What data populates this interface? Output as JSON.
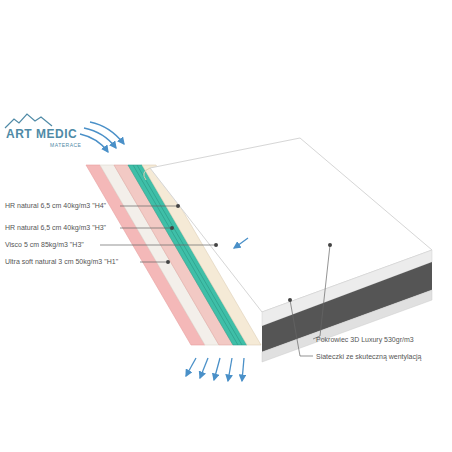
{
  "diagram": {
    "labels": [
      "ART MEDIC",
      "MATERACE",
      "HR natural 6,5 cm 40kg/m3 \"H4\"",
      "HR natural 6,5 cm 40kg/m3 \"H3\"",
      "Visco 5 cm 85kg/m3 \"H3\"",
      "Ultra soft natural 3 cm 50kg/m3 \"H1\"",
      "Pokrowiec 3D Luxury 530gr/m3",
      "Siateczki ze skuteczną wentylacją"
    ]
  }
}
